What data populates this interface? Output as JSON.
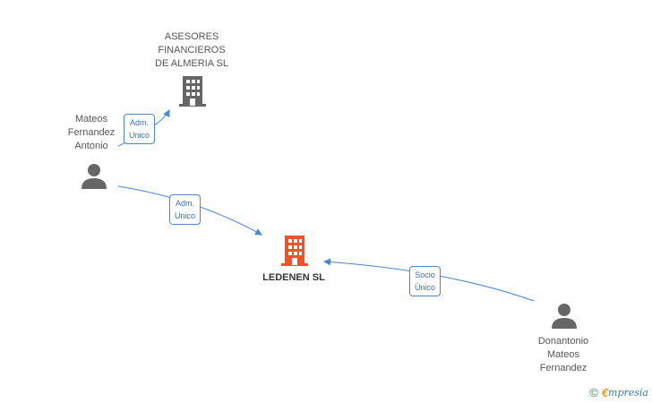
{
  "nodes": {
    "asesores": {
      "label": "ASESORES\nFINANCIEROS\nDE ALMERIA SL",
      "type": "company",
      "color": "#666666"
    },
    "mateos": {
      "label": "Mateos\nFernandez\nAntonio",
      "type": "person",
      "color": "#666666"
    },
    "ledenen": {
      "label": "LEDENEN SL",
      "type": "company",
      "color": "#f0522a"
    },
    "donantonio": {
      "label": "Donantonio\nMateos\nFernandez",
      "type": "person",
      "color": "#666666"
    }
  },
  "edges": [
    {
      "from": "mateos",
      "to": "asesores",
      "label": "Adm.\nUnico"
    },
    {
      "from": "mateos",
      "to": "ledenen",
      "label": "Adm.\nUnico"
    },
    {
      "from": "donantonio",
      "to": "ledenen",
      "label": "Socio\nÚnico"
    }
  ],
  "footer": {
    "copyright_symbol": "©",
    "brand_initial": "€",
    "brand_rest": "mpresia"
  },
  "colors": {
    "edge": "#4a86d4",
    "accent": "#f0522a"
  }
}
